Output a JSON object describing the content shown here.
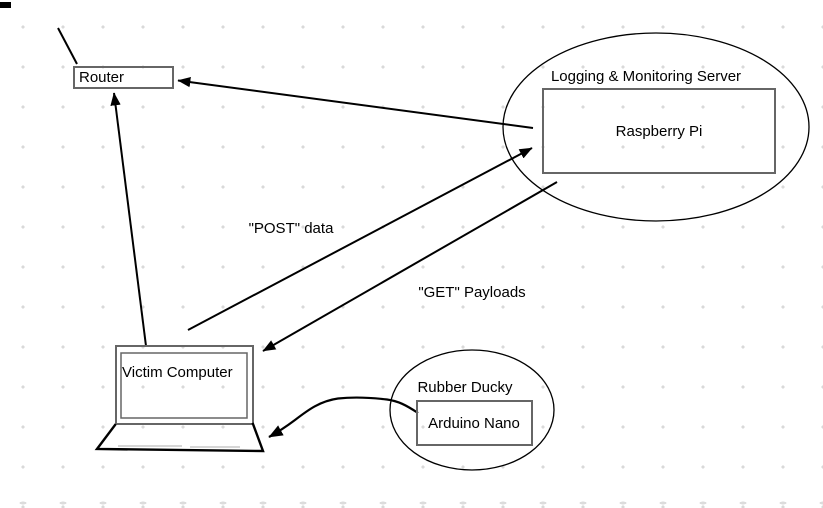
{
  "diagram": {
    "nodes": {
      "router": {
        "label": "Router"
      },
      "logging_server": {
        "label": "Logging & Monitoring Server"
      },
      "raspberry_pi": {
        "label": "Raspberry Pi"
      },
      "victim_computer": {
        "label": "Victim Computer"
      },
      "rubber_ducky": {
        "label": "Rubber Ducky"
      },
      "arduino_nano": {
        "label": "Arduino Nano"
      }
    },
    "edges": {
      "post_data": {
        "label": "\"POST\" data"
      },
      "get_payloads": {
        "label": "\"GET\" Payloads"
      }
    },
    "colors": {
      "line": "#000000",
      "box_border": "#666666",
      "grid_dot": "#d9d9d9",
      "background": "#ffffff"
    }
  }
}
